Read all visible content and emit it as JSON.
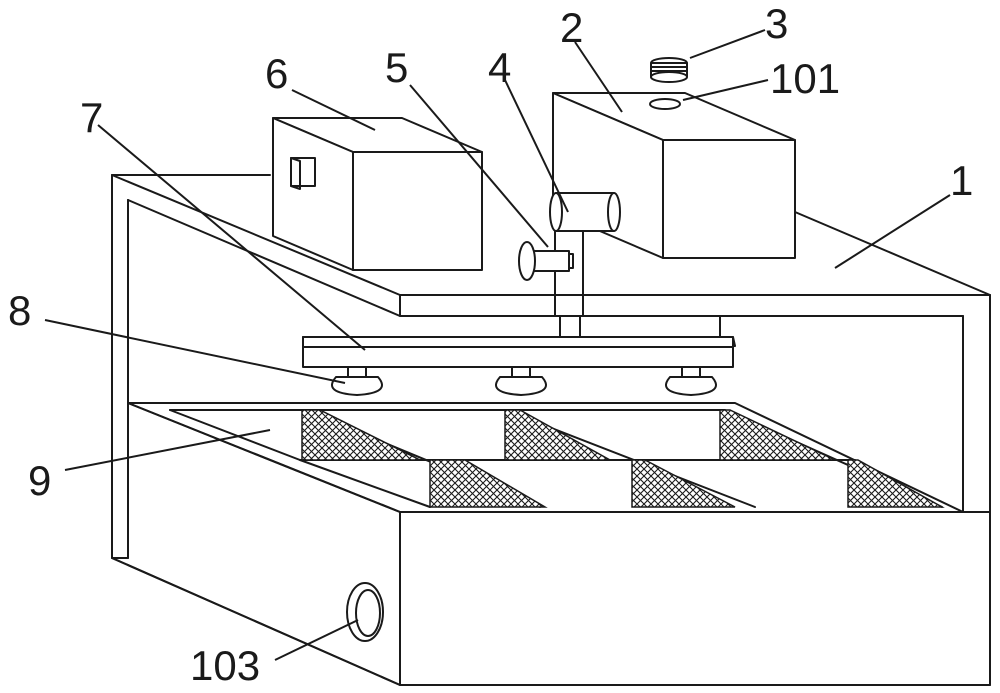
{
  "labels": {
    "frame": "1",
    "tank": "2",
    "cap": "3",
    "pump": "4",
    "valve": "5",
    "control_box": "6",
    "spray_bar": "7",
    "nozzle": "8",
    "tray": "9",
    "fill_port": "101",
    "drain_port": "103"
  }
}
